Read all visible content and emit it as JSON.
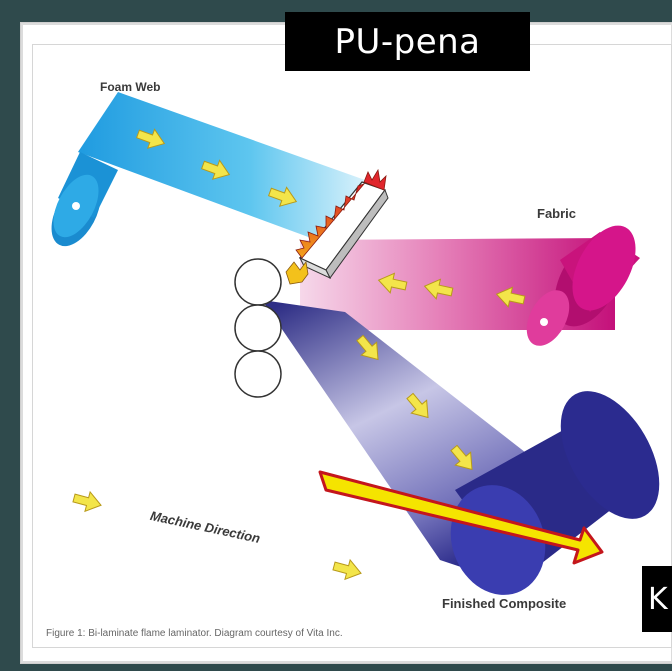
{
  "title_box": {
    "text": "PU-pena"
  },
  "corner_box": {
    "text": "K"
  },
  "labels": {
    "foam_web": "Foam Web",
    "fabric": "Fabric",
    "machine_direction": "Machine Direction",
    "finished_composite": "Finished Composite"
  },
  "caption": "Figure 1: Bi-laminate flame laminator. Diagram courtesy of Vita Inc.",
  "colors": {
    "background": "#2f4a4c",
    "foam": "#29a9e1",
    "fabric": "#d4147f",
    "composite": "#2a2b8a",
    "arrow_fill": "#f3e54a",
    "highlight_arrow_fill": "#f5e400",
    "highlight_arrow_stroke": "#c4161c"
  }
}
